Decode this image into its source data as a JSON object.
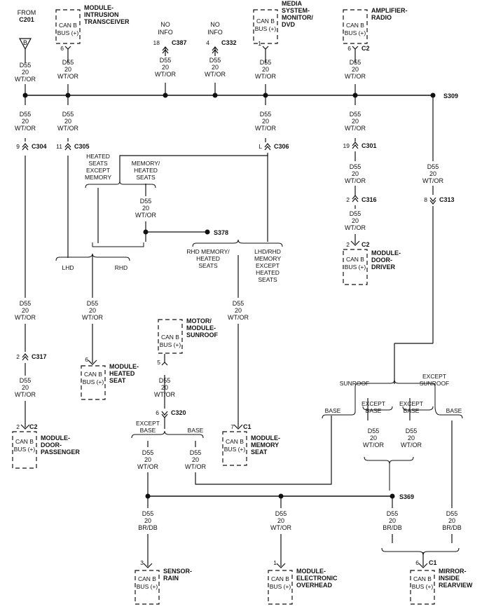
{
  "from": {
    "title": "FROM",
    "ref": "C201",
    "tri": "B"
  },
  "wire": {
    "circuit": "D55",
    "gauge": "20",
    "color": "WT/OR",
    "color_alt": "BR/DB"
  },
  "box": {
    "l1": "CAN B",
    "l2": "BUS (+)"
  },
  "no_info": {
    "l1": "NO",
    "l2": "INFO"
  },
  "splices": {
    "s309": "S309",
    "s378": "S378",
    "s369": "S369"
  },
  "connectors": {
    "c387": "C387",
    "c332": "C332",
    "c304": "C304",
    "c305": "C305",
    "c306": "C306",
    "c301": "C301",
    "c316": "C316",
    "c313": "C313",
    "c317": "C317",
    "c320": "C320",
    "c1": "C1",
    "c2": "C2"
  },
  "pins": {
    "p18": "18",
    "p4": "4",
    "p6": "6",
    "p1": "1",
    "p9": "9",
    "p11": "11",
    "pL": "L",
    "p19": "19",
    "p2": "2",
    "p8": "8",
    "p5": "5",
    "p7": "7",
    "p3": "3"
  },
  "modules": {
    "intrusion_1": "MODULE-",
    "intrusion_2": "INTRUSION",
    "intrusion_3": "TRANSCEIVER",
    "media_1": "MEDIA",
    "media_2": "SYSTEM-",
    "media_3": "MONITOR/",
    "media_4": "DVD",
    "amp_1": "AMPLIFIER-",
    "amp_2": "RADIO",
    "driver_1": "MODULE-",
    "driver_2": "DOOR-",
    "driver_3": "DRIVER",
    "heated_1": "MODULE-",
    "heated_2": "HEATED",
    "heated_3": "SEAT",
    "sunroof_1": "MOTOR/",
    "sunroof_2": "MODULE-",
    "sunroof_3": "SUNROOF",
    "memory_1": "MODULE-",
    "memory_2": "MEMORY",
    "memory_3": "SEAT",
    "passenger_1": "MODULE-",
    "passenger_2": "DOOR-",
    "passenger_3": "PASSENGER",
    "rain_1": "SENSOR-",
    "rain_2": "RAIN",
    "overhead_1": "MODULE-",
    "overhead_2": "ELECTRONIC",
    "overhead_3": "OVERHEAD",
    "mirror_1": "MIRROR-",
    "mirror_2": "INSIDE",
    "mirror_3": "REARVIEW"
  },
  "options": {
    "heated_except_1": "HEATED",
    "heated_except_2": "SEATS",
    "heated_except_3": "EXCEPT",
    "heated_except_4": "MEMORY",
    "memory_heated_1": "MEMORY/",
    "memory_heated_2": "HEATED",
    "memory_heated_3": "SEATS",
    "lhd": "LHD",
    "rhd": "RHD",
    "rhd_mem_1": "RHD MEMORY/",
    "rhd_mem_2": "HEATED",
    "rhd_mem_3": "SEATS",
    "lhd_rhd_1": "LHD/RHD",
    "lhd_rhd_2": "MEMORY",
    "lhd_rhd_3": "EXCEPT",
    "lhd_rhd_4": "HEATED",
    "lhd_rhd_5": "SEATS",
    "sunroof": "SUNROOF",
    "except_sunroof_1": "EXCEPT",
    "except_sunroof_2": "SUNROOF",
    "base": "BASE",
    "except_base_1": "EXCEPT",
    "except_base_2": "BASE"
  }
}
